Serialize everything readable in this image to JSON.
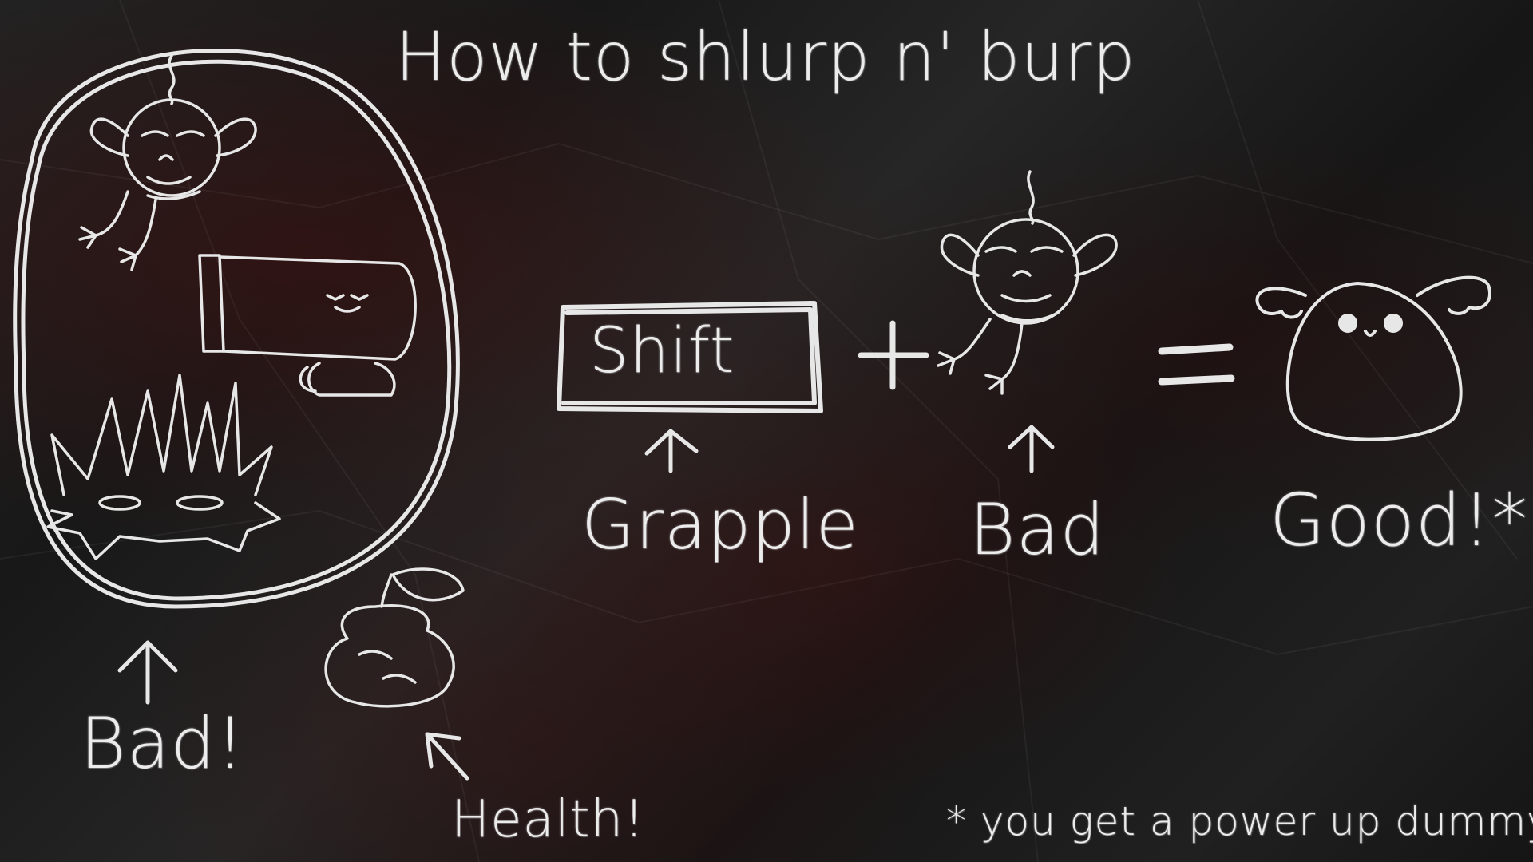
{
  "title": "How to shlurp n' burp",
  "shift_key": "Shift",
  "shift_caption": "Grapple",
  "plus_symbol": "+",
  "equals_symbol": "=",
  "enemy_caption": "Bad",
  "result_caption": "Good!*",
  "bad_group_caption": "Bad!",
  "health_caption": "Health!",
  "footnote": "* you get a power up dummy",
  "colors": {
    "chalk": "#e7e7e7",
    "paper": "#1a1a1a",
    "stain": "#5a0a0a"
  }
}
